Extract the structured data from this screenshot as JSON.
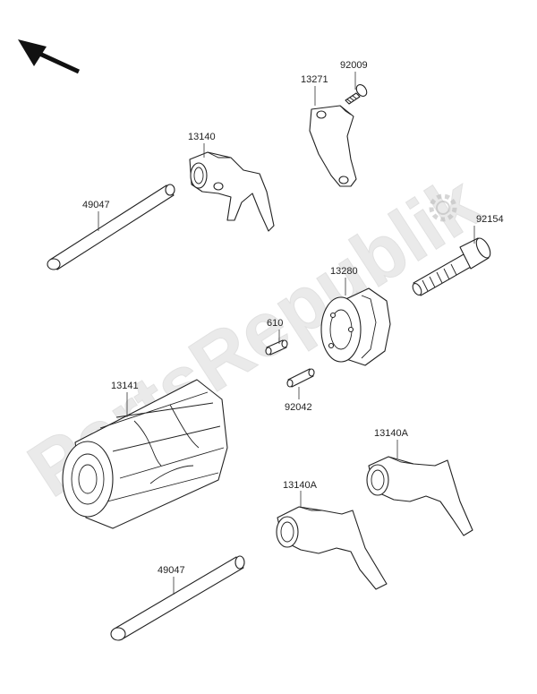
{
  "watermark": {
    "text": "PartsRepublik",
    "color": "#d9d9d9"
  },
  "orientation_arrow": {
    "icon": "arrow-up-left-icon"
  },
  "parts": [
    {
      "id": "part-13271",
      "number": "13271"
    },
    {
      "id": "part-92009",
      "number": "92009"
    },
    {
      "id": "part-13140",
      "number": "13140"
    },
    {
      "id": "part-49047-top",
      "number": "49047"
    },
    {
      "id": "part-92154",
      "number": "92154"
    },
    {
      "id": "part-13280",
      "number": "13280"
    },
    {
      "id": "part-610",
      "number": "610"
    },
    {
      "id": "part-92042",
      "number": "92042"
    },
    {
      "id": "part-13141",
      "number": "13141"
    },
    {
      "id": "part-13140a-right",
      "number": "13140A"
    },
    {
      "id": "part-13140a-left",
      "number": "13140A"
    },
    {
      "id": "part-49047-bottom",
      "number": "49047"
    }
  ]
}
